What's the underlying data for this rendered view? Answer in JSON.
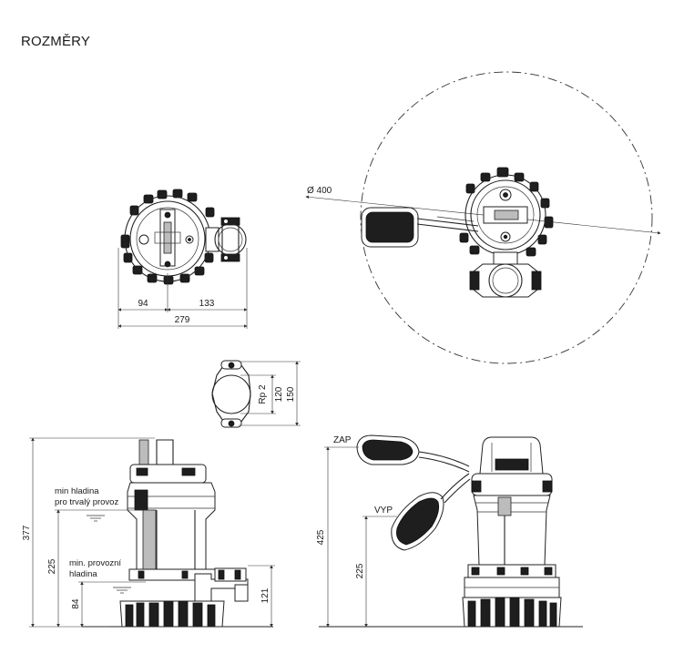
{
  "title": "ROZMĚRY",
  "top_view": {
    "dim_left": "94",
    "dim_right": "133",
    "dim_total": "279"
  },
  "float_view": {
    "diameter": "Ø 400"
  },
  "flange": {
    "thread": "Rp 2",
    "height_inner": "120",
    "height_outer": "150"
  },
  "side_view": {
    "level_label_top_1": "min hladina",
    "level_label_top_2": "pro trvalý provoz",
    "level_label_bottom_1": "min. provozní",
    "level_label_bottom_2": "hladina",
    "dim_total": "377",
    "dim_level": "225",
    "dim_min": "84",
    "dim_outlet": "121"
  },
  "float_side_view": {
    "label_on": "ZAP",
    "label_off": "VYP",
    "dim_total": "425",
    "dim_level": "225"
  }
}
